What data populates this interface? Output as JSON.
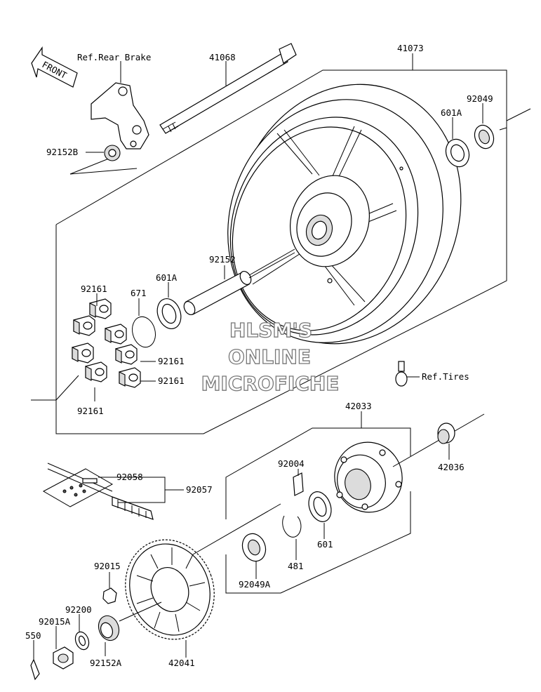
{
  "labels": {
    "front": "FRONT",
    "ref_rear_brake": "Ref.Rear Brake",
    "p41068": "41068",
    "p41073": "41073",
    "p92049_top": "92049",
    "p601A_top": "601A",
    "p92152B": "92152B",
    "p92152": "92152",
    "p601A_mid": "601A",
    "p671": "671",
    "p92161_a": "92161",
    "p92161_b": "92161",
    "p92161_c": "92161",
    "p92161_d": "92161",
    "ref_tires": "Ref.Tires",
    "p42033": "42033",
    "p42036": "42036",
    "p92004": "92004",
    "p92058": "92058",
    "p92057": "92057",
    "p601": "601",
    "p481": "481",
    "p92049A": "92049A",
    "p92015": "92015",
    "p92200": "92200",
    "p92015A": "92015A",
    "p550": "550",
    "p92152A": "92152A",
    "p42041": "42041"
  },
  "watermark": {
    "line1": "HLSM'S",
    "line2": "ONLINE",
    "line3": "MICROFICHE"
  }
}
